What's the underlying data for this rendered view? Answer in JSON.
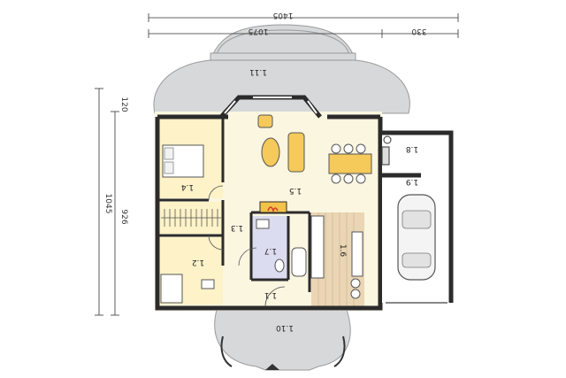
{
  "dimensions": {
    "top_total": "1405",
    "top_main": "1075",
    "top_right": "330",
    "left_outer": "1045",
    "left_inner": "926",
    "left_small": "120"
  },
  "rooms": {
    "r1_1": "1.1",
    "r1_2": "1.2",
    "r1_3": "1.3",
    "r1_4": "1.4",
    "r1_5": "1.5",
    "r1_6": "1.6",
    "r1_7": "1.7",
    "r1_8": "1.8",
    "r1_9": "1.9",
    "r1_10": "1.10",
    "r1_11": "1.11"
  },
  "colors": {
    "wall": "#2b2b2b",
    "terrace": "#d7d8da",
    "room_yellow": "#fdf2c8",
    "kitchen_wood": "#ead6b4",
    "bathroom": "#dcdcf0",
    "accent_red": "#d23a2a"
  }
}
